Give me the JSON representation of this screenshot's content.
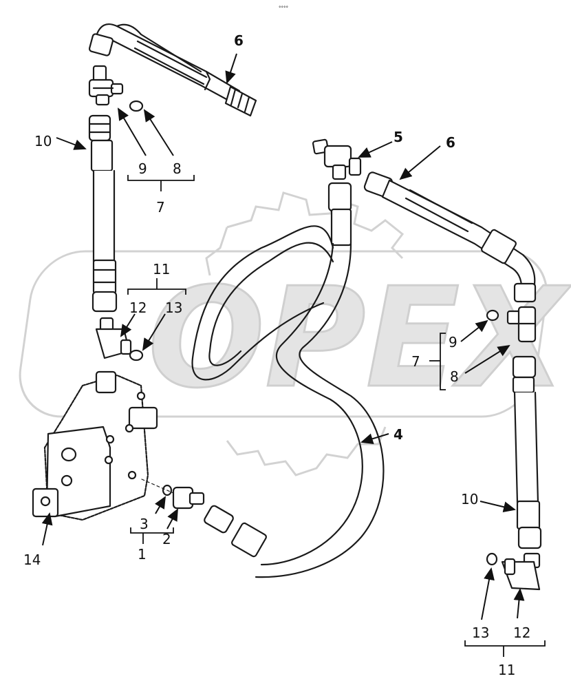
{
  "header": {
    "code": "°°°°"
  },
  "watermark": {
    "text": "OPEX",
    "color": "#d2d2d2"
  },
  "callouts": {
    "c1": "1",
    "c2": "2",
    "c3": "3",
    "c4": "4",
    "c5": "5",
    "c6_top": "6",
    "c6_right": "6",
    "c7_left": "7",
    "c7_right": "7",
    "c8_left": "8",
    "c8_right": "8",
    "c9_left": "9",
    "c9_right": "9",
    "c10_left": "10",
    "c10_right": "10",
    "c11_left": "11",
    "c11_right": "11",
    "c12_left": "12",
    "c12_right": "12",
    "c13_left": "13",
    "c13_right": "13",
    "c14": "14"
  },
  "colors": {
    "line": "#1a1a1a",
    "hose_fill": "#ffffff",
    "watermark": "#d2d2d2"
  }
}
